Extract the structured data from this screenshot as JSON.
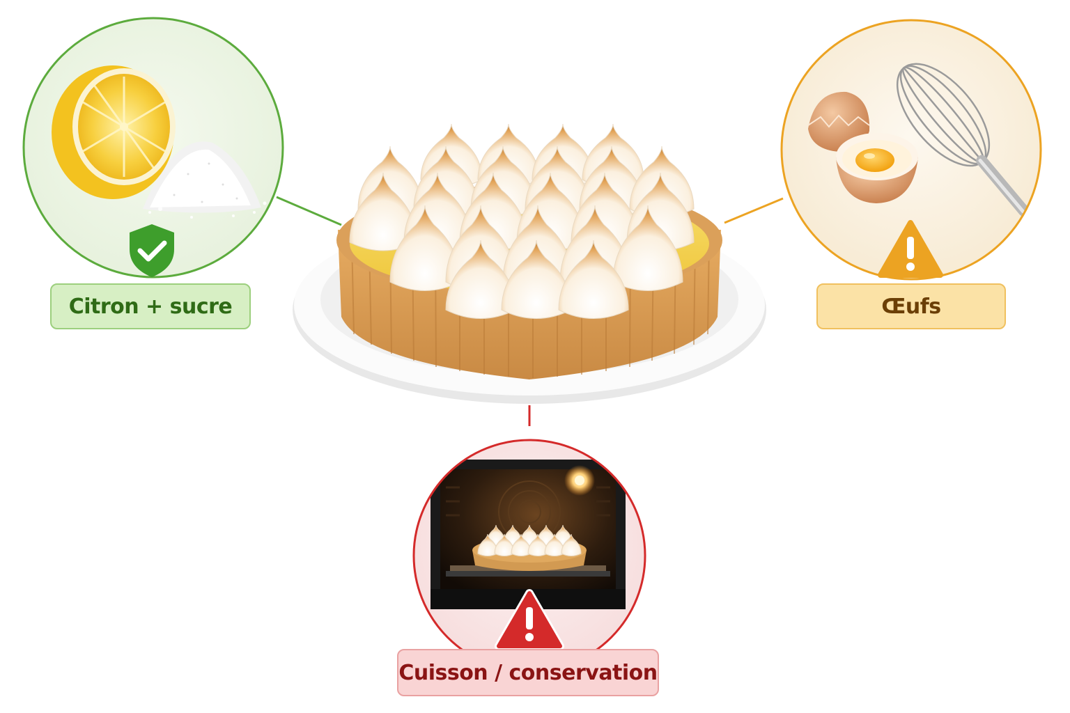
{
  "nodes": {
    "lemon_sugar": {
      "label": "Citron + sucre",
      "status": "safe",
      "icon": "shield-check-icon",
      "color": "#5cab3d"
    },
    "eggs": {
      "label": "Œufs",
      "status": "warning",
      "icon": "warning-triangle-icon",
      "color": "#eca322"
    },
    "baking_storage": {
      "label": "Cuisson / conservation",
      "status": "danger",
      "icon": "warning-triangle-icon",
      "color": "#d42a2a"
    }
  },
  "center": {
    "subject": "lemon-meringue-tart-illustration"
  }
}
